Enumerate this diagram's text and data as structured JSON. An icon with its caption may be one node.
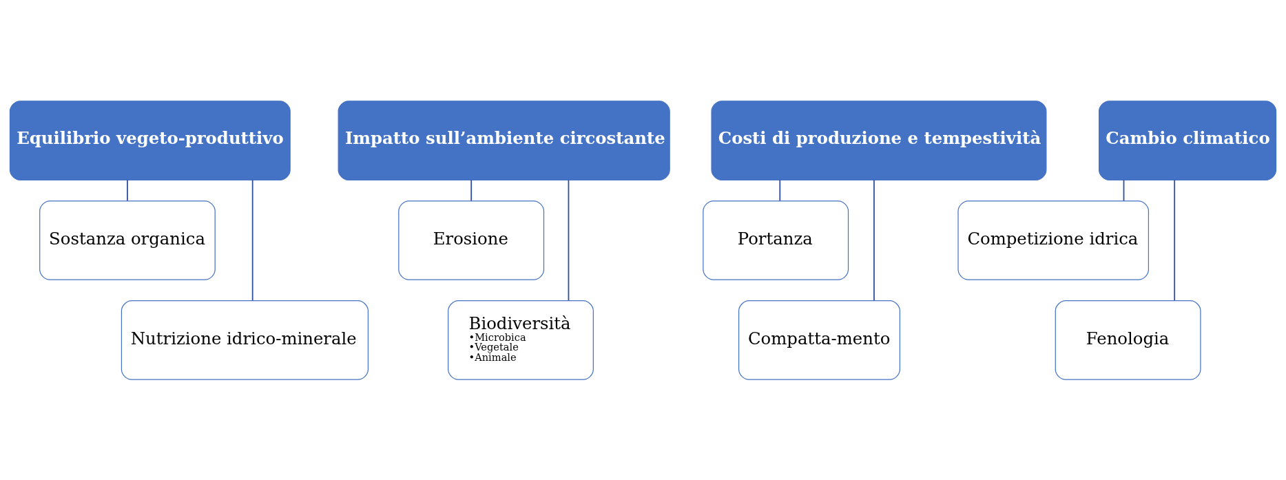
{
  "diagram": {
    "nodes": [
      {
        "text": [
          "Equilibrio vegeto-produttivo"
        ]
      },
      {
        "text": [
          "Sostanza organica"
        ]
      },
      {
        "text": [
          "Nutrizione idrico-minerale"
        ]
      },
      {
        "text": [
          "Impatto sull’ambiente circostante"
        ]
      },
      {
        "text": [
          "Erosione"
        ]
      },
      {
        "text": [
          "Biodiversità",
          "•Microbica",
          "•Vegetale",
          "•Animale"
        ]
      },
      {
        "text": [
          "Costi di produzione e tempestività"
        ]
      },
      {
        "text": [
          "Portanza"
        ]
      },
      {
        "text": [
          "Compatta-mento"
        ]
      },
      {
        "text": [
          "Cambio climatico"
        ]
      },
      {
        "text": [
          "Competizione idrica"
        ]
      },
      {
        "text": [
          "Fenologia"
        ]
      }
    ],
    "edges": [
      {
        "from": 0,
        "to": 1,
        "arrow": "none"
      },
      {
        "from": 0,
        "to": 2,
        "arrow": "none"
      },
      {
        "from": 3,
        "to": 4,
        "arrow": "none"
      },
      {
        "from": 3,
        "to": 5,
        "arrow": "none"
      },
      {
        "from": 6,
        "to": 7,
        "arrow": "none"
      },
      {
        "from": 6,
        "to": 8,
        "arrow": "none"
      },
      {
        "from": 9,
        "to": 10,
        "arrow": "none"
      },
      {
        "from": 9,
        "to": 11,
        "arrow": "none"
      }
    ]
  }
}
